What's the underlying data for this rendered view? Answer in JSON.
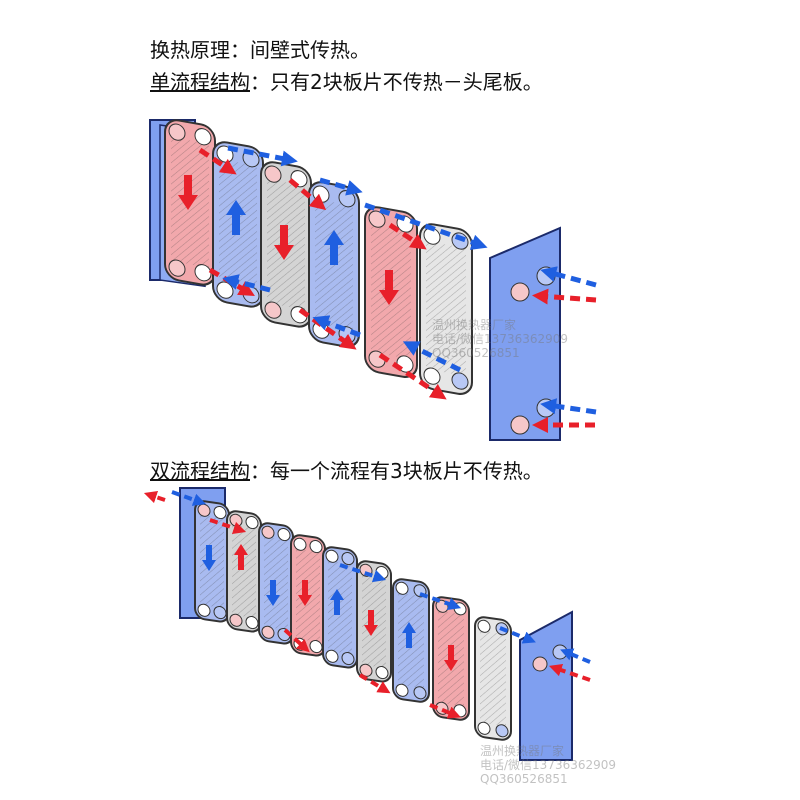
{
  "captions": {
    "principle_label": "换热原理",
    "principle_sep": "：",
    "principle_text": "间壁式传热。",
    "single_heading": "单流程结构",
    "single_sep": "：",
    "single_text": "只有2块板片不传热－头尾板。",
    "double_heading": "双流程结构",
    "double_sep": "：",
    "double_text": "每一个流程有3块板片不传热。"
  },
  "watermarks": [
    {
      "line1": "温州换热器厂家",
      "line2": "电话/微信13736362909",
      "line3": "QQ360526851"
    },
    {
      "line1": "温州换热器厂家",
      "line2": "电话/微信13736362909",
      "line3": "QQ360526851"
    }
  ],
  "colors": {
    "hot": "#e8202a",
    "cold": "#1f5fe0",
    "frame": "#7f9ff0",
    "plate_hot": "#f2a8ac",
    "plate_cold": "#a9bbf0",
    "plate_neutral": "#cfcfcf"
  }
}
